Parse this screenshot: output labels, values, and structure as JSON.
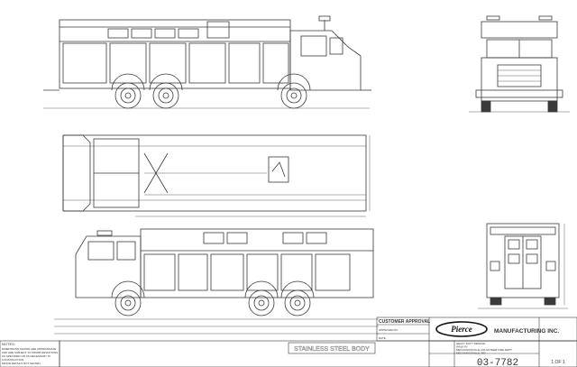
{
  "title_block": {
    "customer_approval_label": "CUSTOMER APPROVAL",
    "approved_by_label": "APPROVED BY",
    "date_label": "DATE",
    "brand_name": "Pierce",
    "manufacturer": "MANUFACTURING INC.",
    "description_lines": [
      "HEAVY DUTY RESCUE",
      "WALK-IN",
      "MECHANICSVILLE VOLUNTEER FIRE DEPT.",
      "MECHANICSVILLE, MD"
    ],
    "drawing_number": "03-7782",
    "sheet": "1 OF 1",
    "body_material": "STAINLESS STEEL BODY"
  },
  "notes": {
    "heading": "NOTES:",
    "lines": [
      "DIMENSIONS SHOWN ARE APPROXIMATE",
      "AND ARE SUBJECT TO MINOR DEVIATIONS",
      "AS SPECIFIED OR AS NECESSARY IN",
      "CONSTRUCTION.",
      "MINOR DETAILS NOT SHOWN."
    ]
  },
  "colors": {
    "line": "#3a3a3a",
    "paper": "#ffffff"
  }
}
